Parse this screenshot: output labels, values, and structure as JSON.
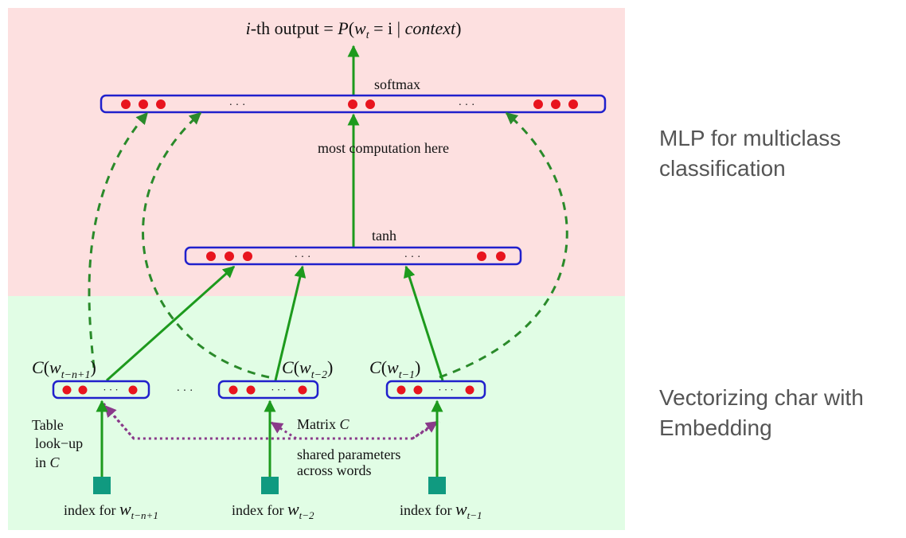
{
  "colors": {
    "top_region": "#fde0e0",
    "bottom_region": "#e1fde5",
    "layer_border": "#2020cc",
    "neuron": "#e8141e",
    "solid_arrow": "#1d9a1d",
    "dashed_arrow": "#2a8a2a",
    "shared_arrow": "#8a3a8a",
    "index_square": "#109a80"
  },
  "diagram": {
    "output_parts": {
      "i": "i",
      "th_output": "-th output = ",
      "P": "P",
      "paren_open": "(",
      "w": "w",
      "t": "t",
      "eq_i": " = i | ",
      "context": "context",
      "paren_close": ")"
    },
    "softmax_label": "softmax",
    "computation_label": "most  computation here",
    "tanh_label": "tanh",
    "ellipsis": "· · ·",
    "between_ellipsis": "· · ·",
    "embeddings": [
      {
        "C": "C",
        "open": "(",
        "w": "w",
        "sub": "t−n+1",
        "close": ")"
      },
      {
        "C": "C",
        "open": "(",
        "w": "w",
        "sub": "t−2",
        "close": ")"
      },
      {
        "C": "C",
        "open": "(",
        "w": "w",
        "sub": "t−1",
        "close": ")"
      }
    ],
    "table_lookup": [
      "Table",
      "look−up",
      "in "
    ],
    "table_lookup_C": "C",
    "matrix_label": "Matrix ",
    "matrix_C": "C",
    "shared_lines": [
      "shared parameters",
      "across words"
    ],
    "index_prefix": "index for ",
    "index_w": "w",
    "index_subs": [
      "t−n+1",
      "t−2",
      "t−1"
    ]
  },
  "side_notes": {
    "top": "MLP for multiclass classification",
    "bottom": "Vectorizing char with Embedding"
  }
}
